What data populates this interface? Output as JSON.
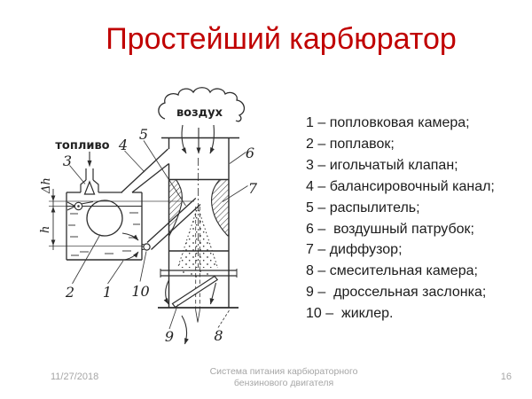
{
  "slide": {
    "title": "Простейший карбюратор",
    "title_color": "#C00000",
    "background_color": "#ffffff",
    "text_color": "#1c1c1c",
    "footer_color": "#a6a6a6"
  },
  "diagram": {
    "air_label": "воздух",
    "fuel_label": "топливо",
    "dim_delta_h": "Δh",
    "dim_h": "h",
    "callout_numbers": [
      "1",
      "2",
      "3",
      "4",
      "5",
      "6",
      "7",
      "8",
      "9",
      "10"
    ]
  },
  "legend": {
    "items": [
      "1 – попловковая камера;",
      "2 – поплавок;",
      "3 – игольчатый клапан;",
      "4 – балансировочный канал;",
      "5 – распылитель;",
      "6 –  воздушный патрубок;",
      "7 – диффузор;",
      "8 – смесительная камера;",
      "9 –  дроссельная заслонка;",
      "10 –  жиклер."
    ]
  },
  "footer": {
    "date": "11/27/2018",
    "subject_line1": "Система питания карбюраторного",
    "subject_line2": "бензинового двигателя",
    "page_number": "16"
  }
}
